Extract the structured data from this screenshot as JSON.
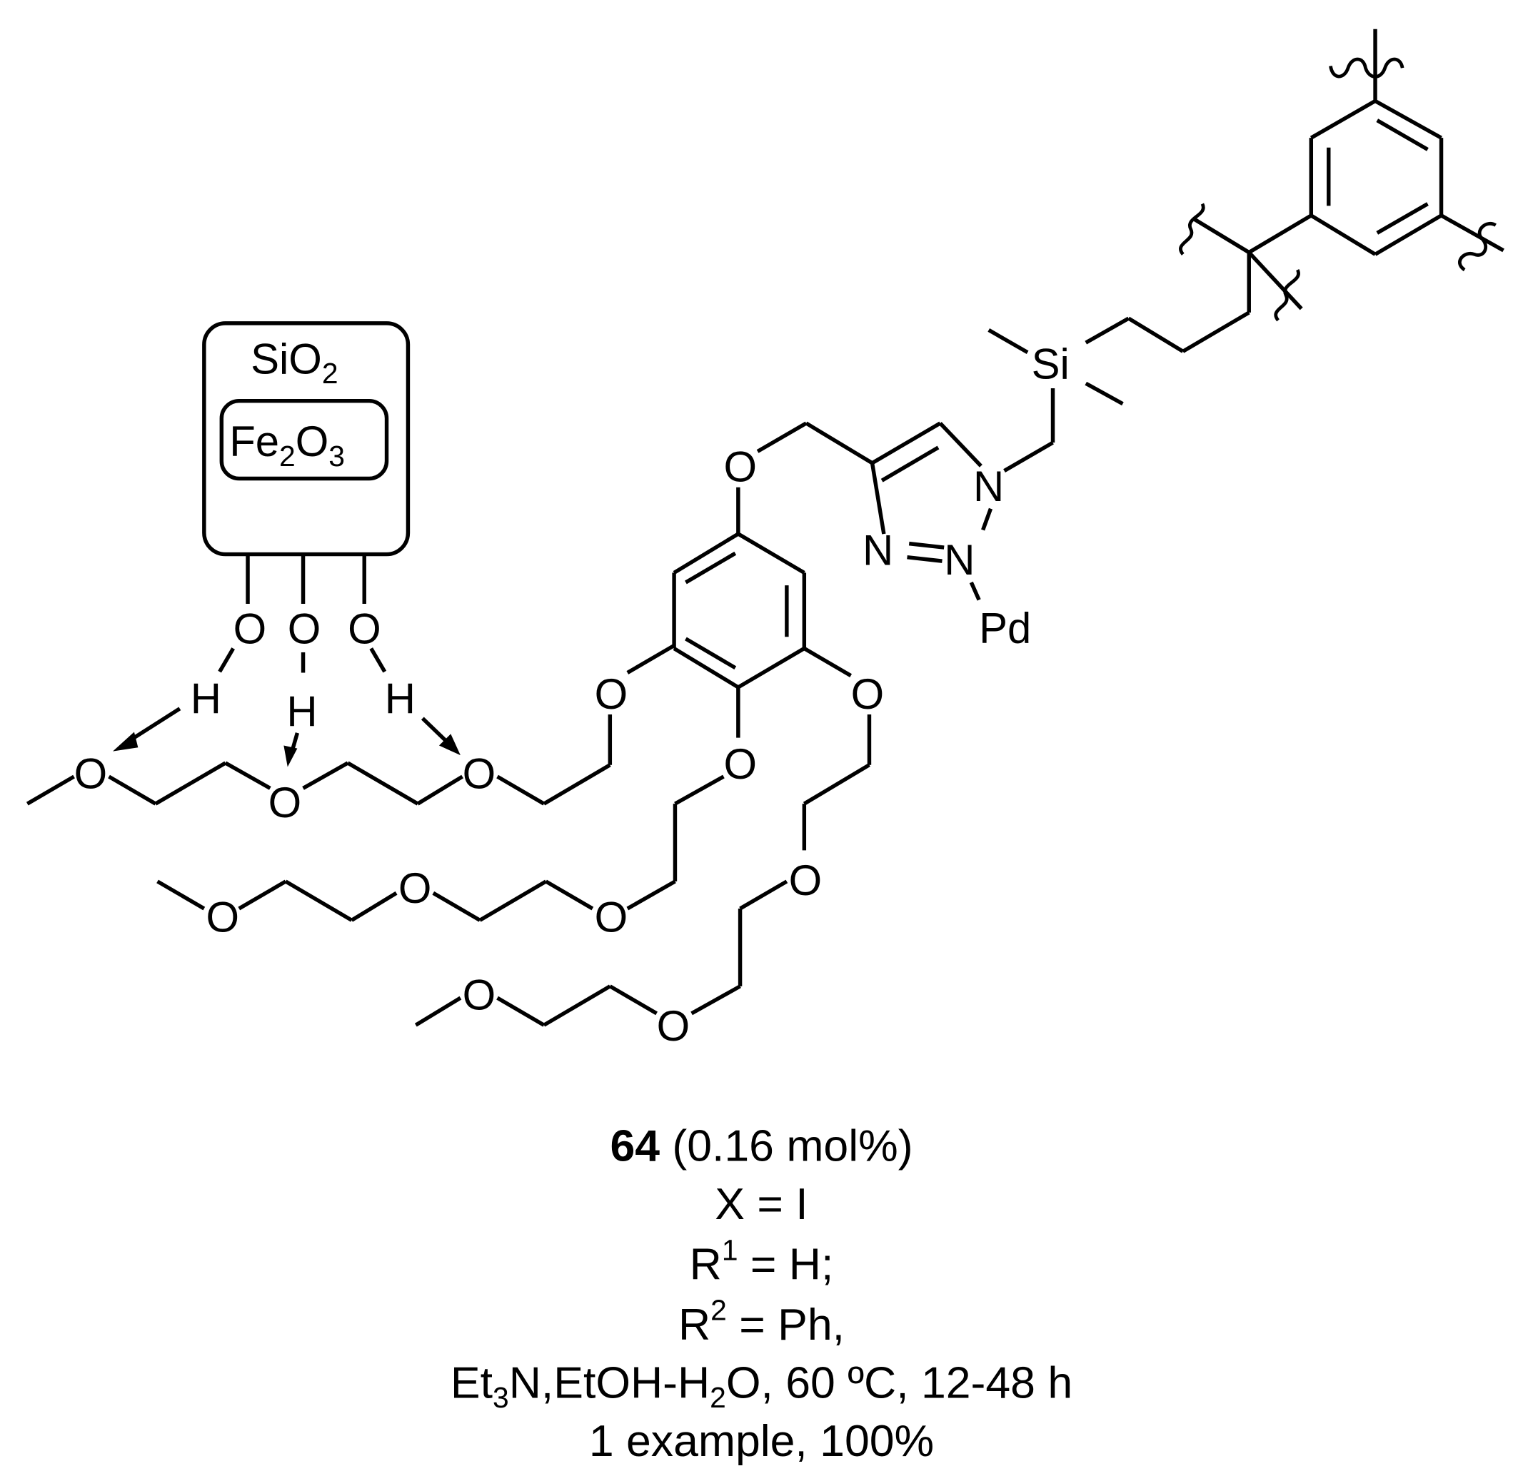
{
  "support": {
    "outer_label": "SiO",
    "outer_sub": "2",
    "inner_label_a": "Fe",
    "inner_sub_a": "2",
    "inner_label_b": "O",
    "inner_sub_b": "3"
  },
  "atoms": {
    "O": "O",
    "H": "H",
    "N": "N",
    "Si": "Si",
    "Pd": "Pd"
  },
  "caption": {
    "compound_number": "64",
    "loading": " (0.16 mol%)",
    "line_x": "X = I",
    "line_r1_a": "R",
    "line_r1_sup": "1",
    "line_r1_b": " = H;",
    "line_r2_a": "R",
    "line_r2_sup": "2",
    "line_r2_b": " = Ph,",
    "cond_a": "Et",
    "cond_sub1": "3",
    "cond_b": "N,EtOH-H",
    "cond_sub2": "2",
    "cond_c": "O, 60 ºC, 12-48 h",
    "result": "1 example, 100%"
  },
  "colors": {
    "ink": "#000000",
    "background": "#ffffff"
  }
}
